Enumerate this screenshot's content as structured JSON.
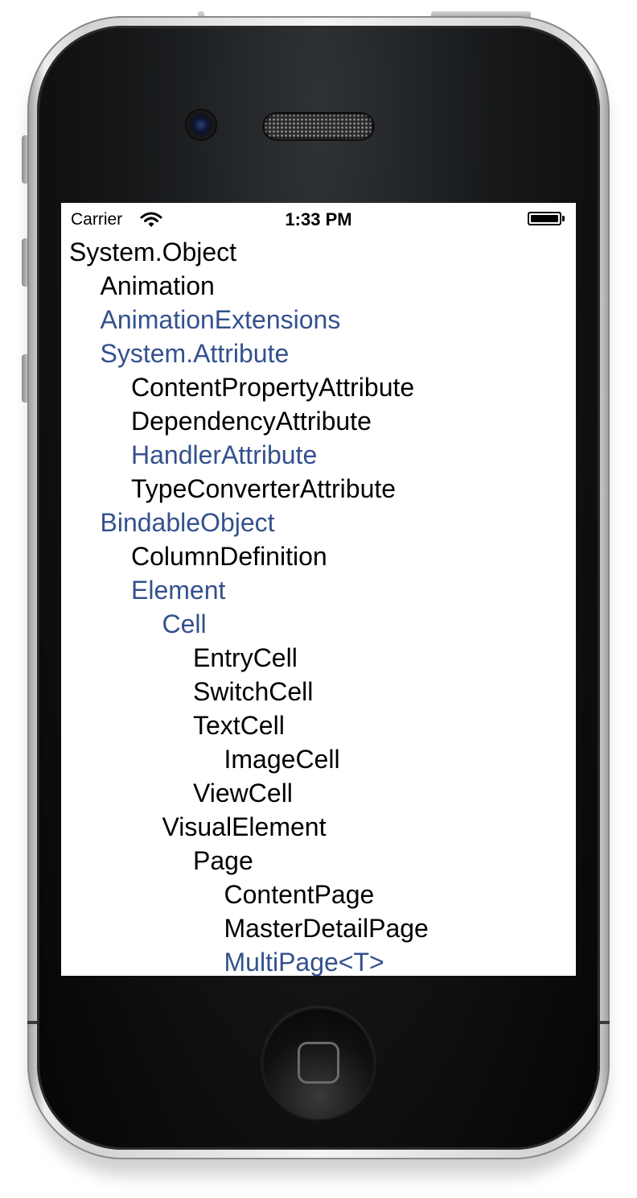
{
  "status_bar": {
    "carrier": "Carrier",
    "time": "1:33 PM",
    "wifi_icon": "wifi-icon",
    "battery_icon": "battery-icon",
    "battery_level": 1.0
  },
  "tree": {
    "items": [
      {
        "label": "System.Object",
        "depth": 0,
        "linked": false
      },
      {
        "label": "Animation",
        "depth": 1,
        "linked": false
      },
      {
        "label": "AnimationExtensions",
        "depth": 1,
        "linked": true
      },
      {
        "label": "System.Attribute",
        "depth": 1,
        "linked": true
      },
      {
        "label": "ContentPropertyAttribute",
        "depth": 2,
        "linked": false
      },
      {
        "label": "DependencyAttribute",
        "depth": 2,
        "linked": false
      },
      {
        "label": "HandlerAttribute",
        "depth": 2,
        "linked": true
      },
      {
        "label": "TypeConverterAttribute",
        "depth": 2,
        "linked": false
      },
      {
        "label": "BindableObject",
        "depth": 1,
        "linked": true
      },
      {
        "label": "ColumnDefinition",
        "depth": 2,
        "linked": false
      },
      {
        "label": "Element",
        "depth": 2,
        "linked": true
      },
      {
        "label": "Cell",
        "depth": 3,
        "linked": true
      },
      {
        "label": "EntryCell",
        "depth": 4,
        "linked": false
      },
      {
        "label": "SwitchCell",
        "depth": 4,
        "linked": false
      },
      {
        "label": "TextCell",
        "depth": 4,
        "linked": false
      },
      {
        "label": "ImageCell",
        "depth": 5,
        "linked": false
      },
      {
        "label": "ViewCell",
        "depth": 4,
        "linked": false
      },
      {
        "label": "VisualElement",
        "depth": 3,
        "linked": false
      },
      {
        "label": "Page",
        "depth": 4,
        "linked": false
      },
      {
        "label": "ContentPage",
        "depth": 5,
        "linked": false
      },
      {
        "label": "MasterDetailPage",
        "depth": 5,
        "linked": false
      },
      {
        "label": "MultiPage<T>",
        "depth": 5,
        "linked": true
      }
    ]
  },
  "colors": {
    "link_text": "#34518e",
    "plain_text": "#000000",
    "screen_background": "#ffffff"
  },
  "device": {
    "home_button_icon": "home-square-icon",
    "camera_icon": "front-camera-icon",
    "speaker_icon": "earpiece-speaker-icon"
  }
}
